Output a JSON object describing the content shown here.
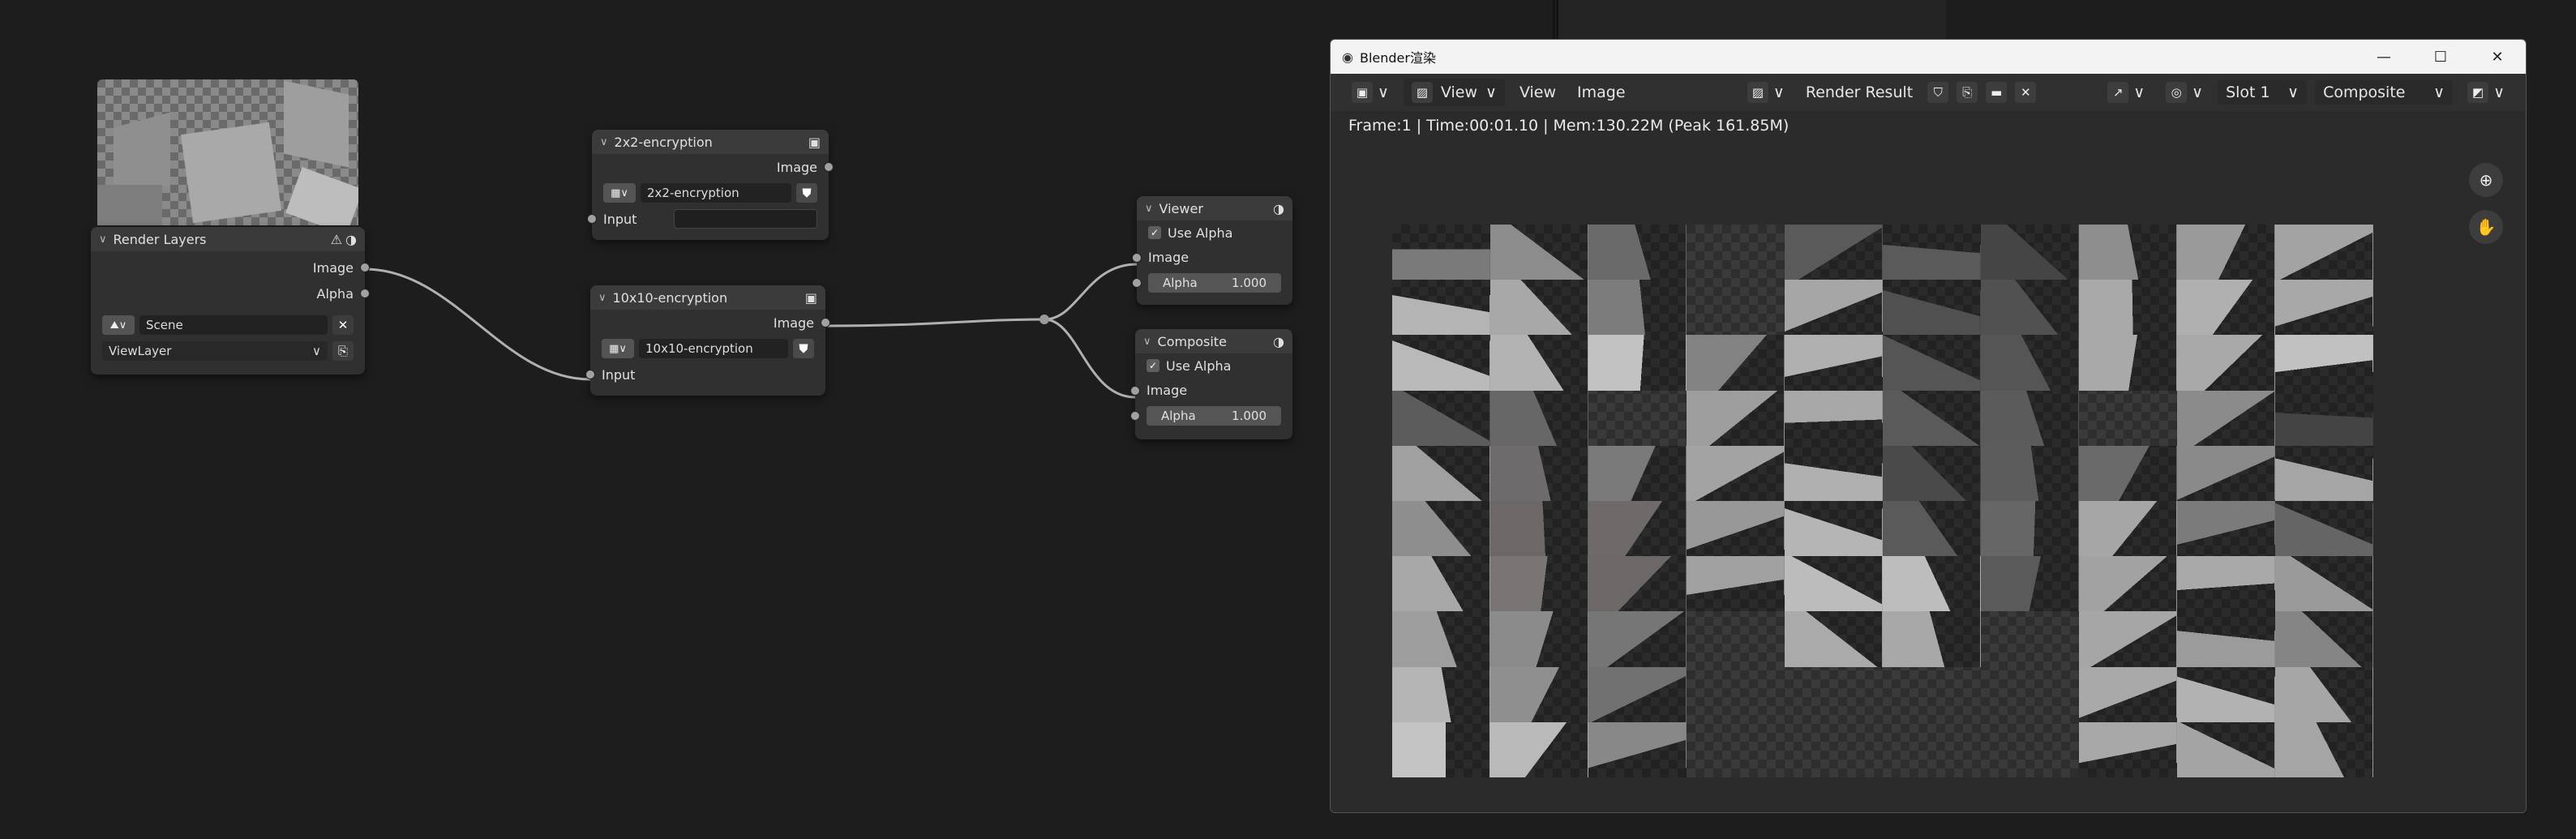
{
  "nodes": {
    "render_layers": {
      "title": "Render Layers",
      "outputs": [
        "Image",
        "Alpha"
      ],
      "scene": "Scene",
      "view_layer": "ViewLayer"
    },
    "enc2": {
      "title": "2x2-encryption",
      "output": "Image",
      "group_name": "2x2-encryption",
      "input": "Input"
    },
    "enc10": {
      "title": "10x10-encryption",
      "output": "Image",
      "group_name": "10x10-encryption",
      "input": "Input"
    },
    "viewer": {
      "title": "Viewer",
      "use_alpha": "Use Alpha",
      "image": "Image",
      "alpha_label": "Alpha",
      "alpha_value": "1.000"
    },
    "composite": {
      "title": "Composite",
      "use_alpha": "Use Alpha",
      "image": "Image",
      "alpha_label": "Alpha",
      "alpha_value": "1.000"
    }
  },
  "render_window": {
    "title": "Blender渲染",
    "menu": {
      "view1": "View",
      "view2": "View",
      "image": "Image"
    },
    "image_name": "Render Result",
    "slot": "Slot 1",
    "pass": "Composite",
    "status": "Frame:1 | Time:00:01.10 | Mem:130.22M (Peak 161.85M)"
  },
  "render_cells": [
    "#7a7a7a",
    "#8c8c8c",
    "#6a6a6a",
    "#3a3a3a",
    "#5a5a5a",
    "#5a5a5a",
    "#454545",
    "#8e8e8e",
    "#9a9a9a",
    "#a3a3a3",
    "#b4b4b4",
    "#a8a8a8",
    "#7c7c7c",
    "#404040",
    "#a6a6a6",
    "#505050",
    "#515151",
    "#a9a9a9",
    "#b0b0b0",
    "#a8a8a8",
    "#b9b9b9",
    "#b3b3b3",
    "#c2c2c2",
    "#828282",
    "#b0b0b0",
    "#555555",
    "#555555",
    "#a9a9a9",
    "#a9a9a9",
    "#c1c1c1",
    "#5c5c5c",
    "#676767",
    "#3e3e3e",
    "#9e9e9e",
    "#a8a8a8",
    "#5a5a5a",
    "#5b5b5b",
    "#434343",
    "#8b8b8b",
    "#444444",
    "#a0a0a0",
    "#6d6b6b",
    "#7a7a7a",
    "#a3a3a3",
    "#b0b0b0",
    "#4a4a4a",
    "#5c5c5c",
    "#6a6a6a",
    "#8a8a8a",
    "#a5a5a5",
    "#8e8e8e",
    "#6d6868",
    "#6e6a6a",
    "#989898",
    "#b5b5b5",
    "#5a5a5a",
    "#666666",
    "#a6a6a6",
    "#7b7b7b",
    "#656565",
    "#a8a8a8",
    "#7a7575",
    "#6c6868",
    "#a0a0a0",
    "#bcbcbc",
    "#bdbdbd",
    "#5a5a5a",
    "#a2a2a2",
    "#a9a9a9",
    "#9a9a9a",
    "#9e9e9e",
    "#8b8b8b",
    "#767676",
    "#353535",
    "#aaaaaa",
    "#a8a8a8",
    "#3a3a3a",
    "#a6a6a6",
    "#9b9b9b",
    "#858585",
    "#b5b5b5",
    "#8f8f8f",
    "#717171",
    "#333333",
    "#3a3a3a",
    "#3a3a3a",
    "#3a3a3a",
    "#a9a9a9",
    "#b2b2b2",
    "#a6a6a6",
    "#c4c4c4",
    "#b9b9b9",
    "#888888",
    "#353535",
    "#353535",
    "#353535",
    "#353535",
    "#a8a8a8",
    "#a4a4a4",
    "#a5a5a5"
  ]
}
